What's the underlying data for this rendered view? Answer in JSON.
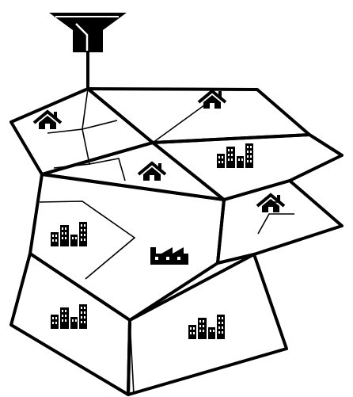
{
  "diagram": {
    "background": "#ffffff",
    "ink": "#000000",
    "source": {
      "icon": "water-tower-icon"
    },
    "regions": [
      {
        "id": "north-west",
        "icon": "house-icon"
      },
      {
        "id": "north-central",
        "icon": "house-icon"
      },
      {
        "id": "north-east",
        "icon": "apartment-buildings-icon"
      },
      {
        "id": "center-north",
        "icon": "house-icon"
      },
      {
        "id": "east-peninsula",
        "icon": "house-icon"
      },
      {
        "id": "west",
        "icon": "apartment-buildings-icon"
      },
      {
        "id": "center",
        "icon": "factory-icon"
      },
      {
        "id": "south-west",
        "icon": "apartment-buildings-icon"
      },
      {
        "id": "south-east",
        "icon": "apartment-buildings-icon"
      }
    ]
  }
}
